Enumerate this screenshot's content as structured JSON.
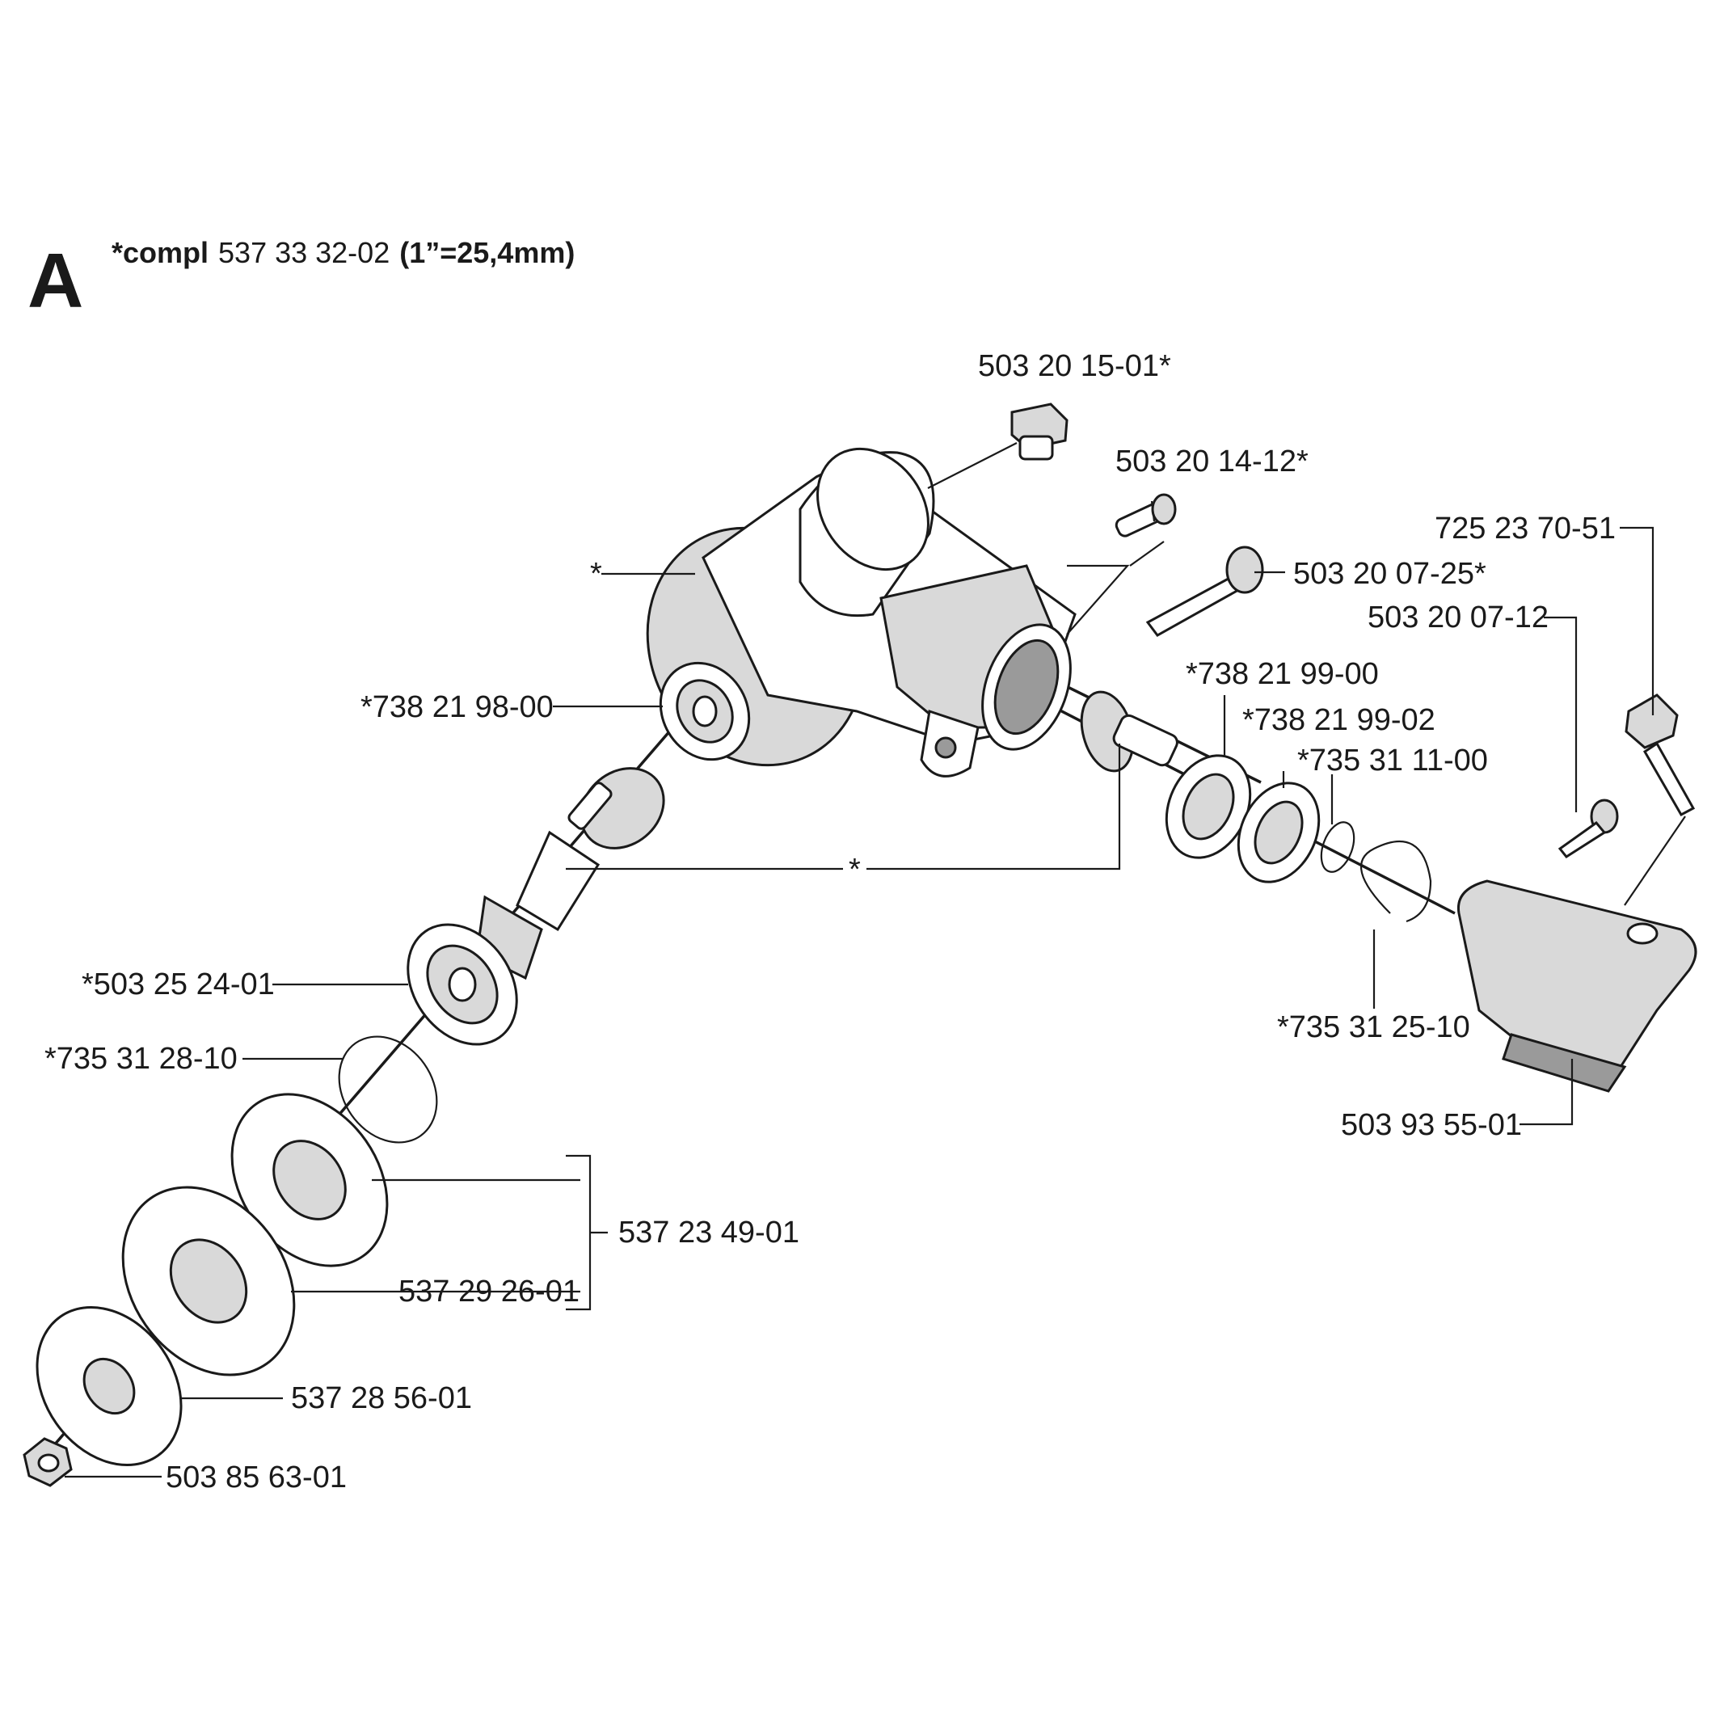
{
  "header": {
    "section_letter": "A",
    "compl_label": "*compl",
    "compl_number": "537 33 32-02",
    "scale_note": "(1”=25,4mm)"
  },
  "labels": {
    "p_503_20_15_01": "503 20 15-01*",
    "p_503_20_14_12": "503 20 14-12*",
    "p_725_23_70_51": "725 23 70-51",
    "p_503_20_07_25": "503 20 07-25*",
    "p_503_20_07_12": "503 20 07-12",
    "p_star_housing": "*",
    "p_738_21_98_00": "*738 21 98-00",
    "p_738_21_99_00": "*738 21 99-00",
    "p_738_21_99_02": "*738 21 99-02",
    "p_735_31_11_00": "*735 31 11-00",
    "p_star_gears": "*",
    "p_503_25_24_01": "*503 25 24-01",
    "p_735_31_25_10": "*735 31 25-10",
    "p_735_31_28_10": "*735 31 28-10",
    "p_503_93_55_01": "503 93 55-01",
    "p_537_23_49_01": "537 23 49-01",
    "p_537_29_26_01": "537 29 26-01",
    "p_537_28_56_01": "537 28 56-01",
    "p_503_85_63_01": "503 85 63-01"
  },
  "colors": {
    "ink": "#1a1a1a",
    "paper": "#ffffff",
    "shade": "#d9d9d9",
    "dark_shade": "#9a9a9a"
  }
}
